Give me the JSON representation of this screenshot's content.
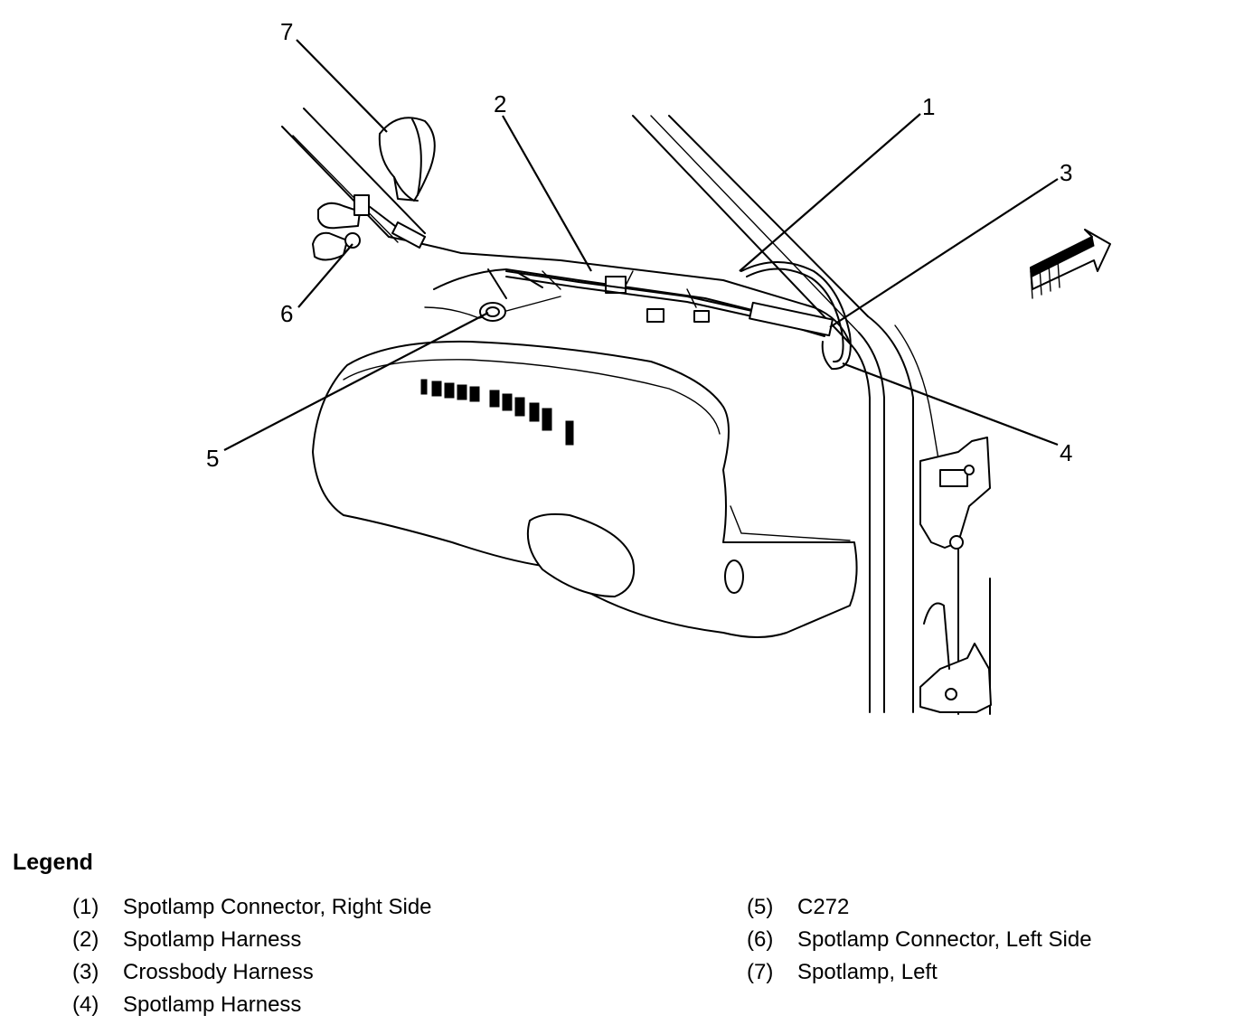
{
  "callouts": [
    "1",
    "2",
    "3",
    "4",
    "5",
    "6",
    "7"
  ],
  "legend": {
    "title": "Legend",
    "left": [
      {
        "num": "(1)",
        "text": "Spotlamp Connector, Right Side"
      },
      {
        "num": "(2)",
        "text": "Spotlamp Harness"
      },
      {
        "num": "(3)",
        "text": "Crossbody Harness"
      },
      {
        "num": "(4)",
        "text": "Spotlamp Harness"
      }
    ],
    "right": [
      {
        "num": "(5)",
        "text": "C272"
      },
      {
        "num": "(6)",
        "text": "Spotlamp Connector, Left Side"
      },
      {
        "num": "(7)",
        "text": "Spotlamp, Left"
      }
    ]
  },
  "colors": {
    "line": "#000000",
    "background": "#ffffff"
  },
  "icons": {
    "direction": "forward-arrow-icon"
  }
}
